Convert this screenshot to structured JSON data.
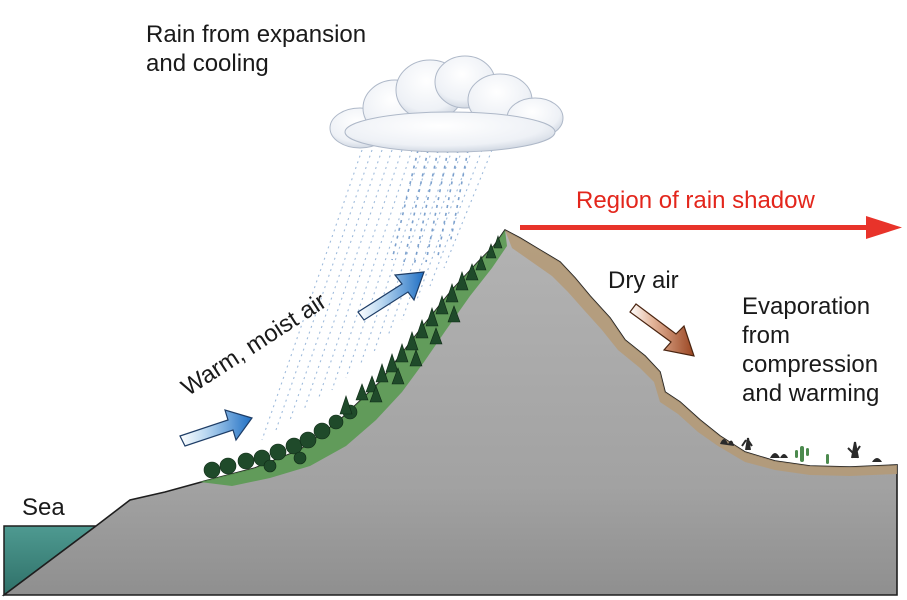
{
  "labels": {
    "rain_from": [
      "Rain from expansion",
      "and cooling"
    ],
    "region": "Region of rain shadow",
    "warm_air": "Warm, moist air",
    "dry_air": "Dry air",
    "evaporation": [
      "Evaporation",
      "from",
      "compression",
      "and warming"
    ],
    "sea": "Sea"
  },
  "colors": {
    "shadow_text": "#e3261c",
    "shadow_arrow": "#e8332a",
    "warm_arrow": "#2b7fd0",
    "dry_arrow": "#a5502d",
    "mountain": "#a7a7a7",
    "vegetation": "#5a9a52",
    "dry_soil": "#b59a76",
    "sea": "#3d8a80",
    "cloud": "#eef1f6",
    "rain": "#8fb0d6"
  },
  "icons": {
    "cloud": "rain-cloud-icon",
    "warm_arrows": "warm-air-arrow-icon",
    "dry_arrow": "dry-air-arrow-icon",
    "shadow_arrow": "rain-shadow-arrow-icon"
  }
}
